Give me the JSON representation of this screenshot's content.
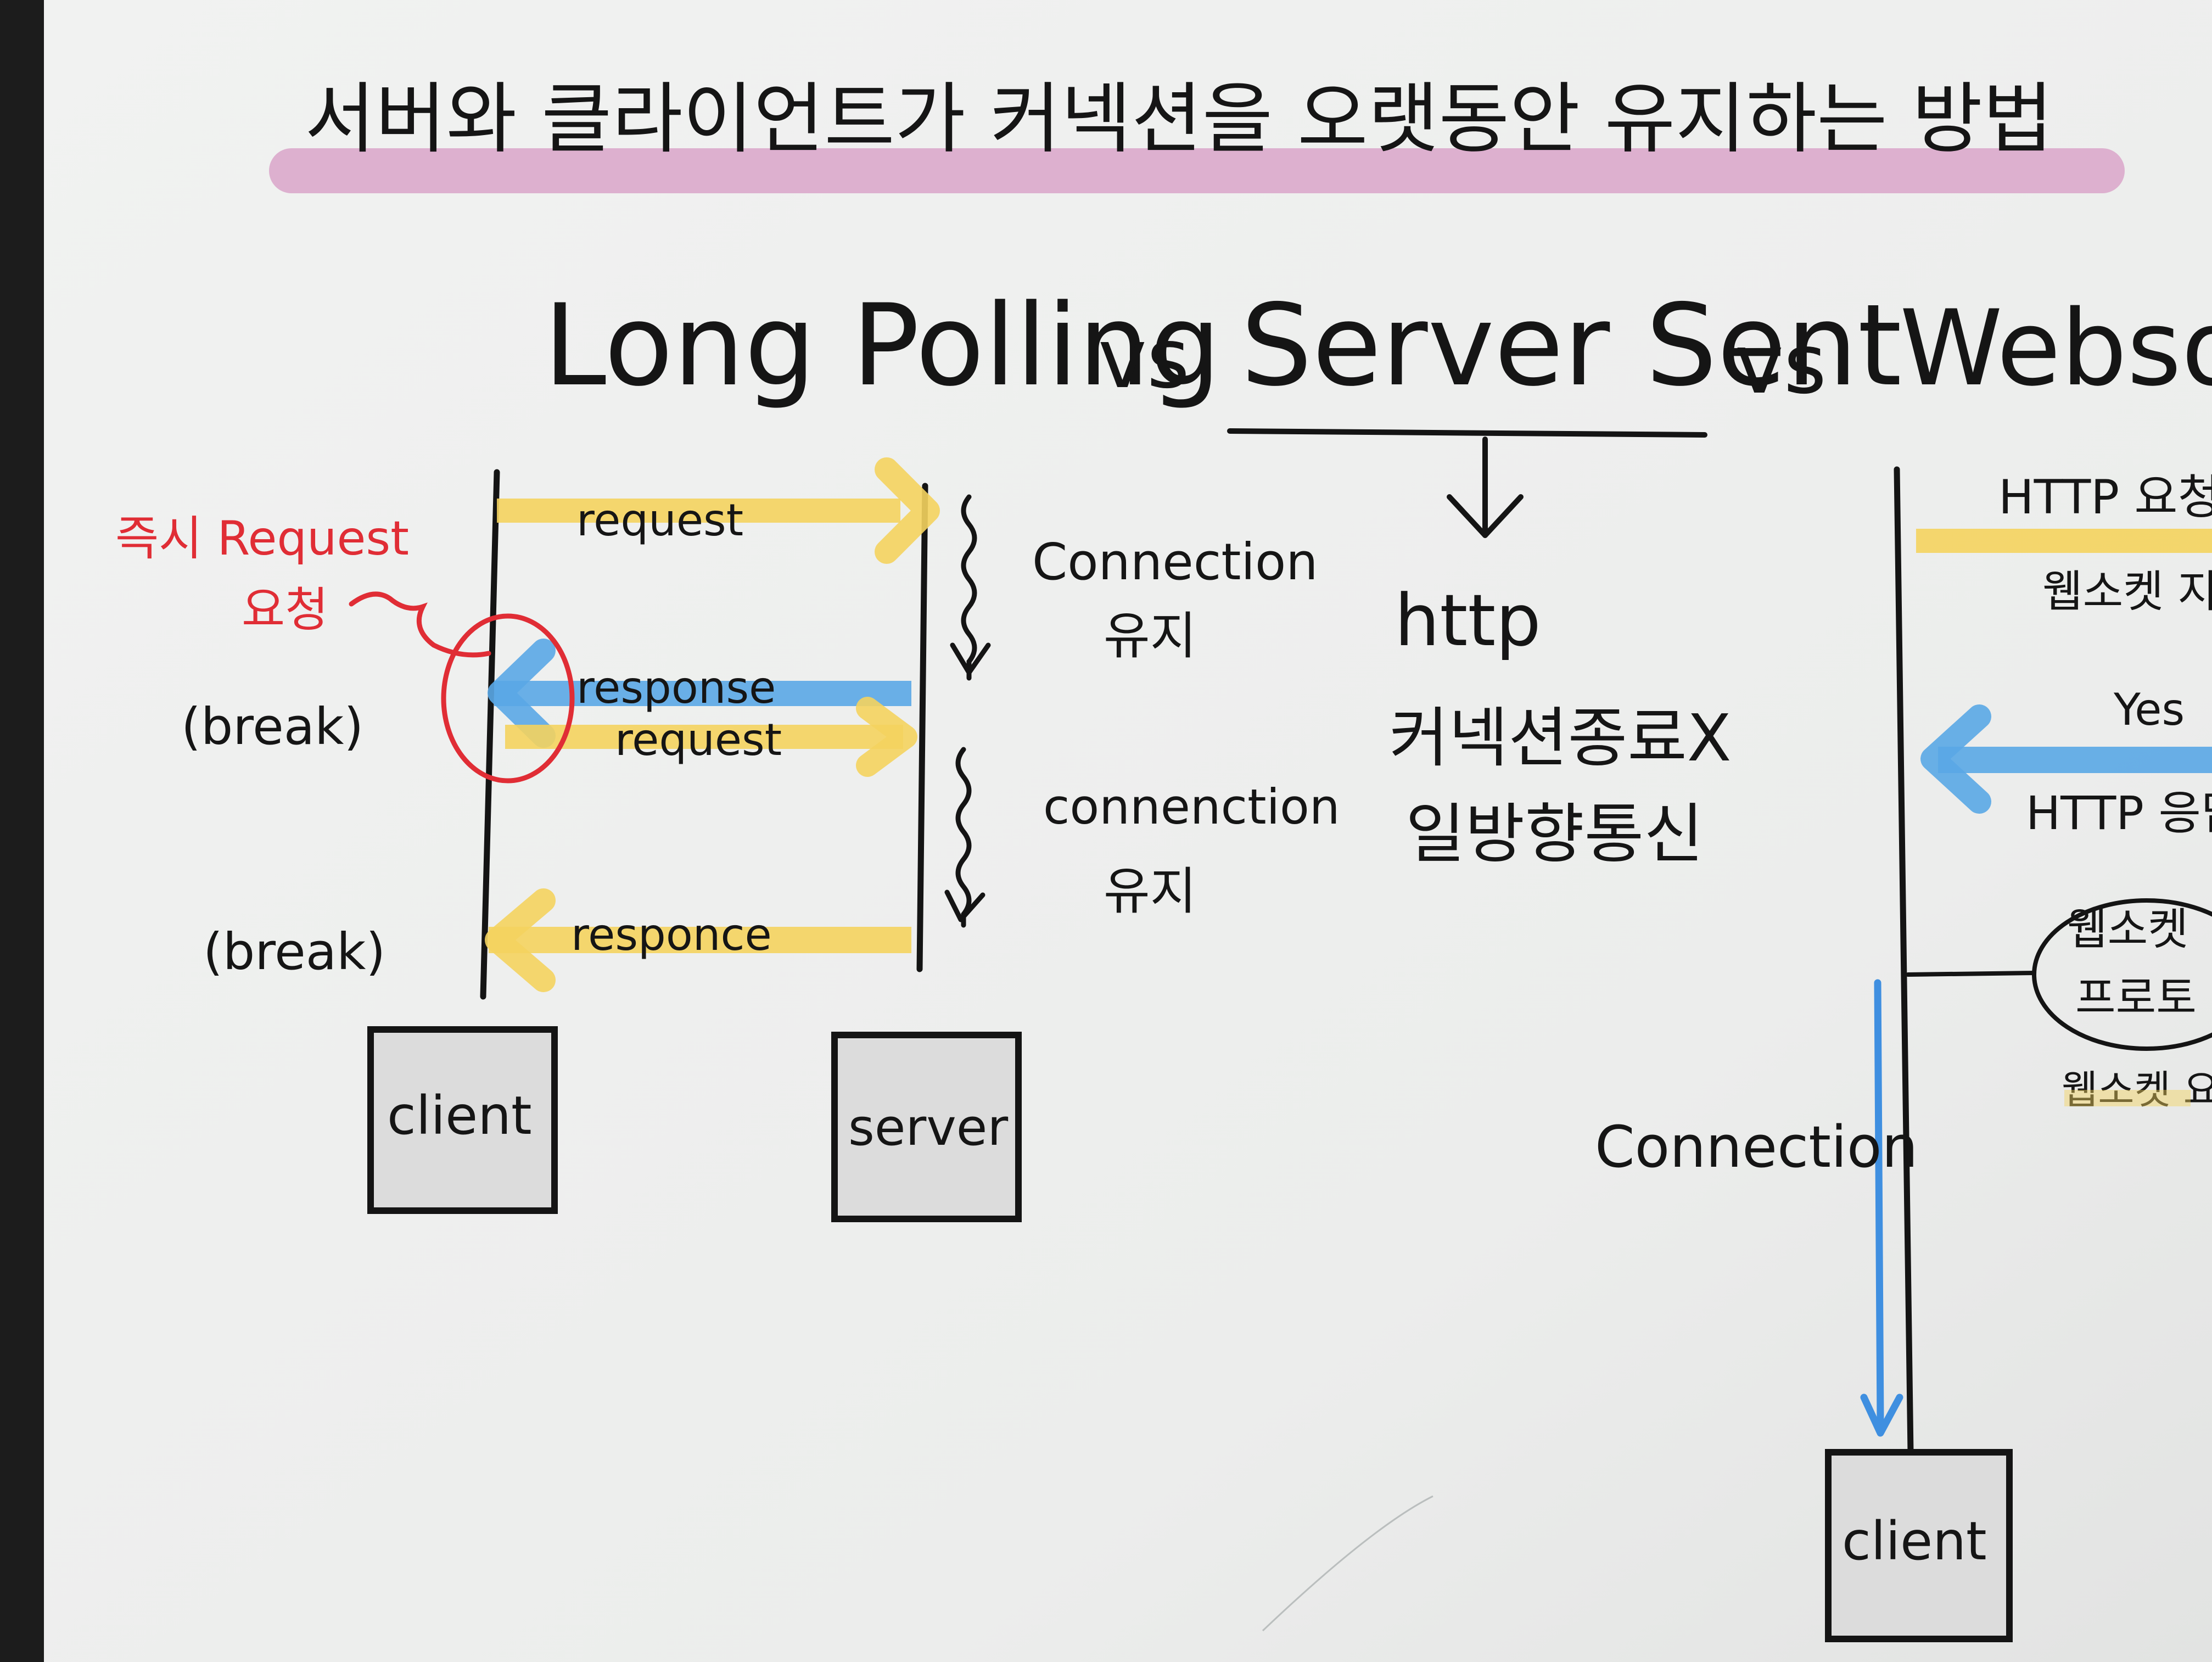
{
  "title": "서버와 클라이언트가 커넥션을 오랫동안 유지하는 방법",
  "subtitle": {
    "long_polling": "Long Polling",
    "vs1": "vs",
    "server_sent": "Server Sent",
    "vs2": "vs",
    "websocket": "Websock"
  },
  "long_polling": {
    "request_1": "request",
    "response_1": "response",
    "request_2": "request",
    "response_2": "responce",
    "connection_1": "Connection",
    "keep_1": "유지",
    "connection_2": "connenction",
    "keep_2": "유지",
    "break_1": "(break)",
    "break_2": "(break)",
    "annotation_line1": "즉시 Request",
    "annotation_line2": "요청",
    "client": "client",
    "server": "server"
  },
  "server_sent": {
    "http": "http",
    "note1": "커넥션종료X",
    "note2": "일방향통신"
  },
  "websocket": {
    "http_request": "HTTP 요청",
    "ws_support": "웹소켓 지",
    "yes": "Yes",
    "http_response": "HTTP 응답",
    "protocol_line1": "웹소켓",
    "protocol_line2": "프로토",
    "ws_bottom": "웹소켓 요",
    "connection": "Connection",
    "client": "client"
  },
  "colors": {
    "paper": "#eeefee",
    "ink": "#141414",
    "highlight_pink": "#d9a4c9",
    "arrow_yellow": "#f4d35e",
    "arrow_blue": "#5aa7e6",
    "annotation_red": "#e02d35",
    "box_fill": "#dcdcdc"
  }
}
